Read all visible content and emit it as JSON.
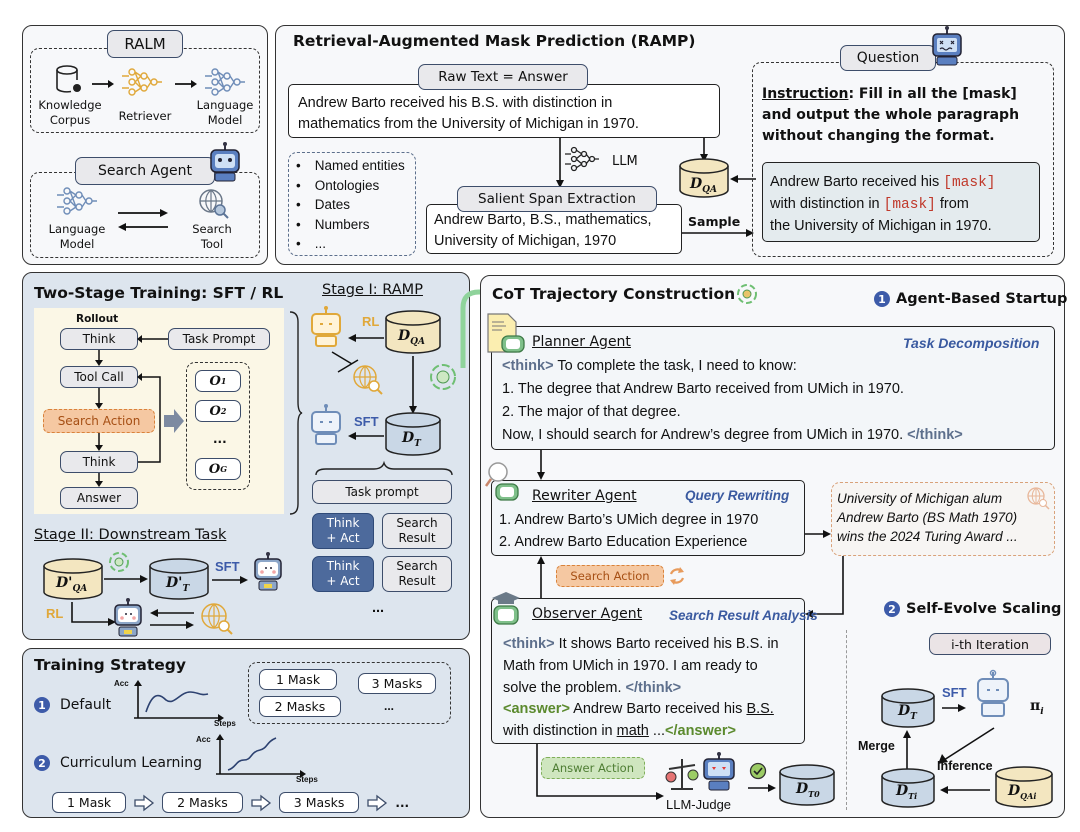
{
  "ralm": {
    "title": "RALM",
    "knowledge_corpus": "Knowledge\nCorpus",
    "retriever": "Retriever",
    "language_model": "Language\nModel",
    "search_agent": "Search Agent",
    "sa_language_model": "Language\nModel",
    "search_tool": "Search\nTool"
  },
  "ramp": {
    "title": "Retrieval-Augmented Mask Prediction (RAMP)",
    "raw_text_label": "Raw Text = Answer",
    "raw_text_line1": "Andrew Barto received his B.S. with distinction in",
    "raw_text_line2": "mathematics from the University of Michigan in 1970.",
    "llm_label": "LLM",
    "span_types": [
      "Named entities",
      "Ontologies",
      "Dates",
      "Numbers",
      "..."
    ],
    "salient_label": "Salient Span Extraction",
    "salient_line1": "Andrew Barto, B.S., mathematics,",
    "salient_line2": "University of Michigan, 1970",
    "sample_label": "Sample",
    "dqa": "D",
    "dqa_sub": "QA",
    "question_label": "Question",
    "instruction_word": "Instruction",
    "instruction_line1": ": Fill in all the [mask]",
    "instruction_line2": "and output the whole paragraph",
    "instruction_line3": "without changing the format.",
    "masked_l1a": "Andrew Barto received his ",
    "masked_token": "[mask]",
    "masked_l2a": "with distinction in ",
    "masked_l2b": " from",
    "masked_l3": "the University of Michigan in 1970."
  },
  "two_stage": {
    "title": "Two-Stage Training: SFT / RL",
    "rollout": "Rollout",
    "think1": "Think",
    "task_prompt": "Task Prompt",
    "tool_call": "Tool Call",
    "search_action": "Search Action",
    "think2": "Think",
    "answer": "Answer",
    "outputs": [
      "O",
      "O",
      "...",
      "O"
    ],
    "output_subs": [
      "1",
      "2",
      "",
      "G"
    ],
    "stage1_title": "Stage I: RAMP",
    "rl": "RL",
    "sft": "SFT",
    "dqa": "D",
    "dqa_sub": "QA",
    "dt": "D",
    "dt_sub": "T",
    "task_prompt2": "Task prompt",
    "think_act": "Think\n+ Act",
    "search_result": "Search\nResult",
    "ellipsis": "...",
    "stage2_title": "Stage II: Downstream Task",
    "dqa2": "D'",
    "dqa2_sub": "QA",
    "dt2": "D'",
    "dt2_sub": "T",
    "sft2": "SFT",
    "rl2": "RL"
  },
  "strategy": {
    "title": "Training Strategy",
    "opt1_num": "1",
    "opt1": "Default",
    "opt2_num": "2",
    "opt2": "Curriculum Learning",
    "acc": "Acc",
    "steps": "Steps",
    "pool": [
      "1 Mask",
      "3 Masks",
      "2 Masks",
      "..."
    ],
    "sequence": [
      "1 Mask",
      "2 Masks",
      "3 Masks",
      "..."
    ]
  },
  "cot": {
    "title": "CoT Trajectory Construction",
    "startup_num": "1",
    "startup": "Agent-Based Startup",
    "planner": "Planner Agent",
    "planner_tag": "Task Decomposition",
    "planner_think_open": "<think>",
    "planner_l1": " To complete the task, I need to know:",
    "planner_l2": "1. The degree that Andrew Barto received from UMich in 1970.",
    "planner_l3": "2. The major of that degree.",
    "planner_l4": "Now, I should search for Andrew’s degree from UMich in 1970. ",
    "planner_think_close": "</think>",
    "rewriter": "Rewriter Agent",
    "rewriter_tag": "Query Rewriting",
    "rewriter_l1": "1. Andrew Barto’s UMich degree in 1970",
    "rewriter_l2": "2. Andrew Barto Education Experience",
    "result_l1": "University of Michigan alum",
    "result_l2": "Andrew Barto (BS Math 1970)",
    "result_l3": "wins the 2024 Turing Award ...",
    "search_action": "Search Action",
    "observer": "Observer Agent",
    "observer_tag": "Search Result Analysis",
    "obs_think_open": "<think>",
    "obs_l1": " It shows Barto received his B.S. in",
    "obs_l2": "Math from UMich in 1970. I am ready to",
    "obs_l3": "solve the problem. ",
    "obs_think_close": "</think>",
    "obs_ans_open": "<answer>",
    "obs_l4a": " Andrew Barto received his ",
    "obs_l4b": "B.S.",
    "obs_l5a": "with distinction in ",
    "obs_l5b": "math",
    "obs_l5c": " ...",
    "obs_ans_close": "</answer>",
    "answer_action": "Answer Action",
    "judge": "LLM-Judge",
    "dt0": "D",
    "dt0_sub": "T0",
    "scaling_num": "2",
    "scaling": "Self-Evolve Scaling",
    "iteration": "i-th Iteration",
    "sft": "SFT",
    "pi": "π",
    "pi_sub": "i",
    "merge": "Merge",
    "inference": "Inference",
    "dt": "D",
    "dt_sub": "T",
    "dti": "D",
    "dti_sub": "Ti",
    "dqai": "D",
    "dqai_sub": "QAi"
  },
  "colors": {
    "navy": "#4d6a9c",
    "orange": "#d9823a",
    "green": "#7fae59",
    "cyl_blue": "#c9d7e6",
    "cyl_yellow": "#f3e6c0",
    "tag_blue": "#3a5aa0",
    "mask_red": "#c0392b"
  }
}
